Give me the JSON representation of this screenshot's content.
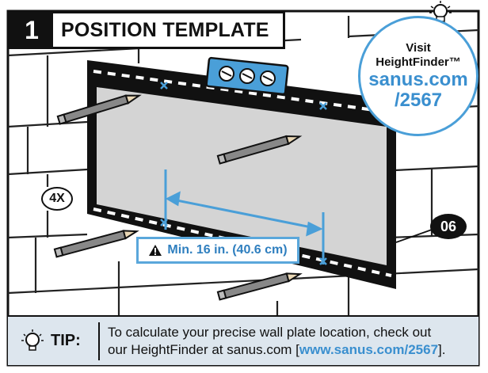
{
  "step": {
    "number": "1",
    "title": "POSITION TEMPLATE"
  },
  "heightfinder": {
    "visit": "Visit",
    "name": "HeightFinder™",
    "url": "sanus.com",
    "path": "/2567"
  },
  "measurement": {
    "label": "Min. 16 in. (40.6 cm)"
  },
  "quantity_badge": "4X",
  "part_badge": "06",
  "tip": {
    "label": "TIP:",
    "text_line1": "To calculate your precise wall plate location, check out",
    "text_line2_prefix": "our HeightFinder at sanus.com [",
    "link": "www.sanus.com/2567",
    "text_line2_suffix": "]."
  },
  "icons": [
    "lightbulb-icon",
    "warning-icon",
    "level-icon",
    "pencil-icon"
  ],
  "colors": {
    "accent_blue": "#3a8fcf",
    "tip_bg": "#dde6ee",
    "template_gray": "#d4d4d4",
    "wall_border": "#111111"
  }
}
